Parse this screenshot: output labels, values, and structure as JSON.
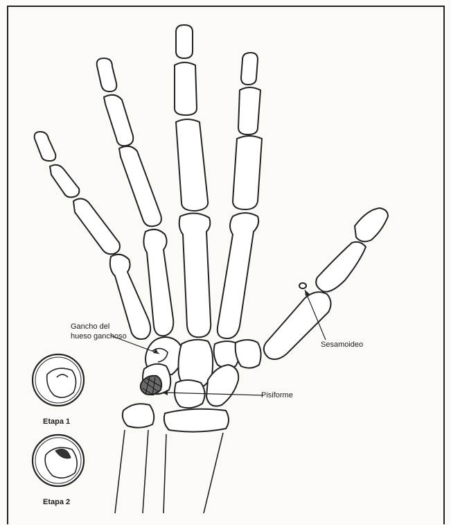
{
  "labels": {
    "hook_line1": "Gancho del",
    "hook_line2": "hueso ganchoso",
    "sesamoid": "Sesamoideo",
    "pisiform": "Pisiforme",
    "stage1": "Etapa 1",
    "stage2": "Etapa 2"
  },
  "colors": {
    "ink": "#222222",
    "paper": "#fbfaf6",
    "shade": "#555555"
  }
}
